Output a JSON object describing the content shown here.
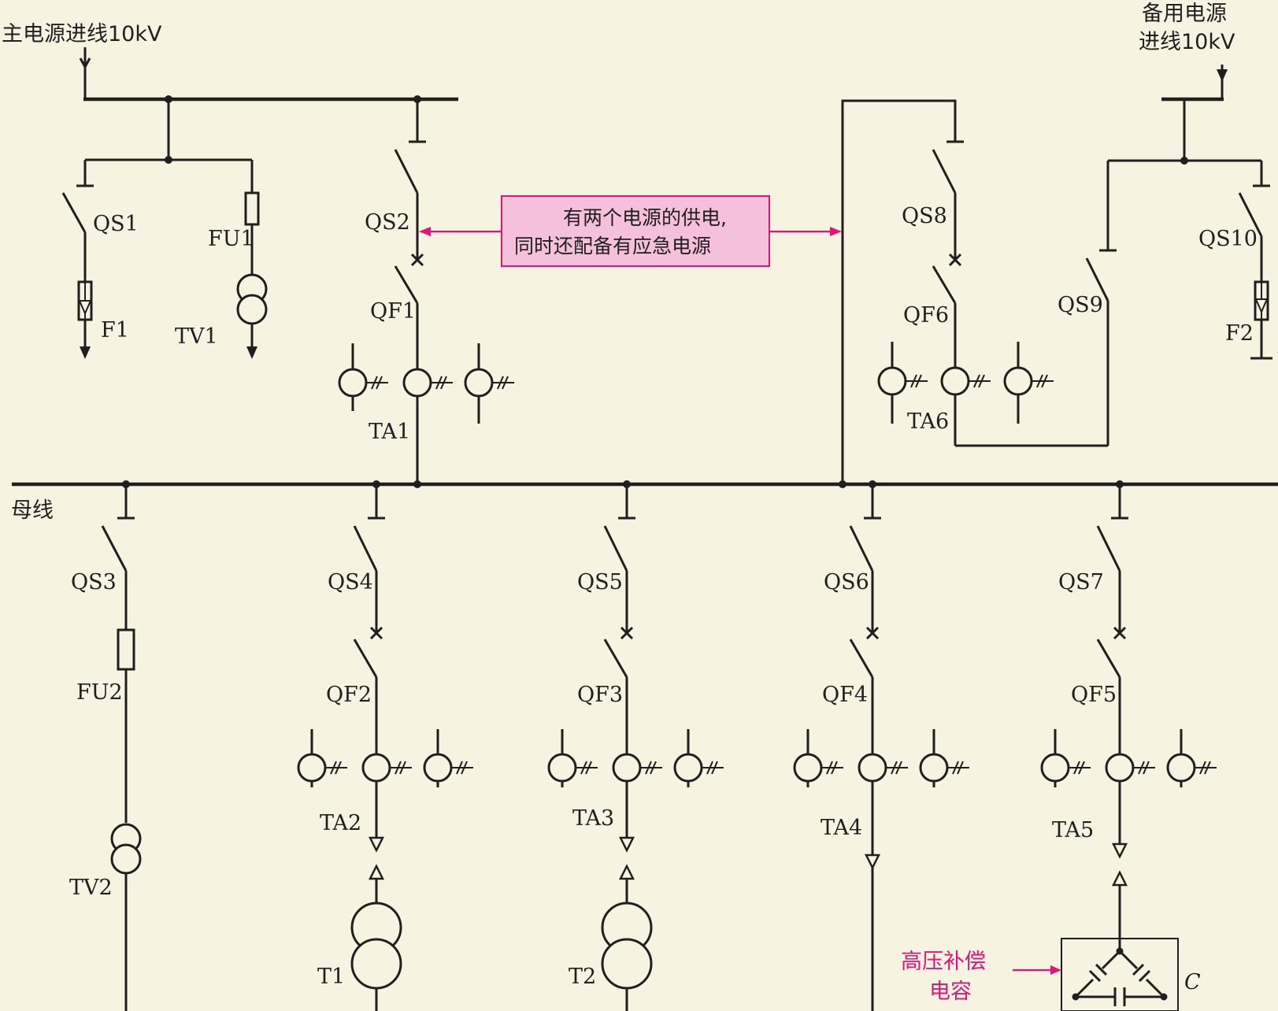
{
  "labels": {
    "main_source": "主电源进线10kV",
    "backup_source_line1": "备用电源",
    "backup_source_line2": "进线10kV",
    "busbar": "母线",
    "qs1": "QS1",
    "qs2": "QS2",
    "qs3": "QS3",
    "qs4": "QS4",
    "qs5": "QS5",
    "qs6": "QS6",
    "qs7": "QS7",
    "qs8": "QS8",
    "qs9": "QS9",
    "qs10": "QS10",
    "qf1": "QF1",
    "qf2": "QF2",
    "qf3": "QF3",
    "qf4": "QF4",
    "qf5": "QF5",
    "qf6": "QF6",
    "fu1": "FU1",
    "fu2": "FU2",
    "f1": "F1",
    "f2": "F2",
    "tv1": "TV1",
    "tv2": "TV2",
    "ta1": "TA1",
    "ta2": "TA2",
    "ta3": "TA3",
    "ta4": "TA4",
    "ta5": "TA5",
    "ta6": "TA6",
    "t1": "T1",
    "t2": "T2",
    "c": "C"
  },
  "annotations": {
    "dual_source_line1": "有两个电源的供电,",
    "dual_source_line2": "同时还配备有应急电源",
    "capacitor_line1": "高压补偿",
    "capacitor_line2": "电容"
  },
  "colors": {
    "background": "#f6f3e0",
    "line": "#1f1f1f",
    "accent": "#e0157a",
    "note_fill": "#f5c0dc"
  }
}
